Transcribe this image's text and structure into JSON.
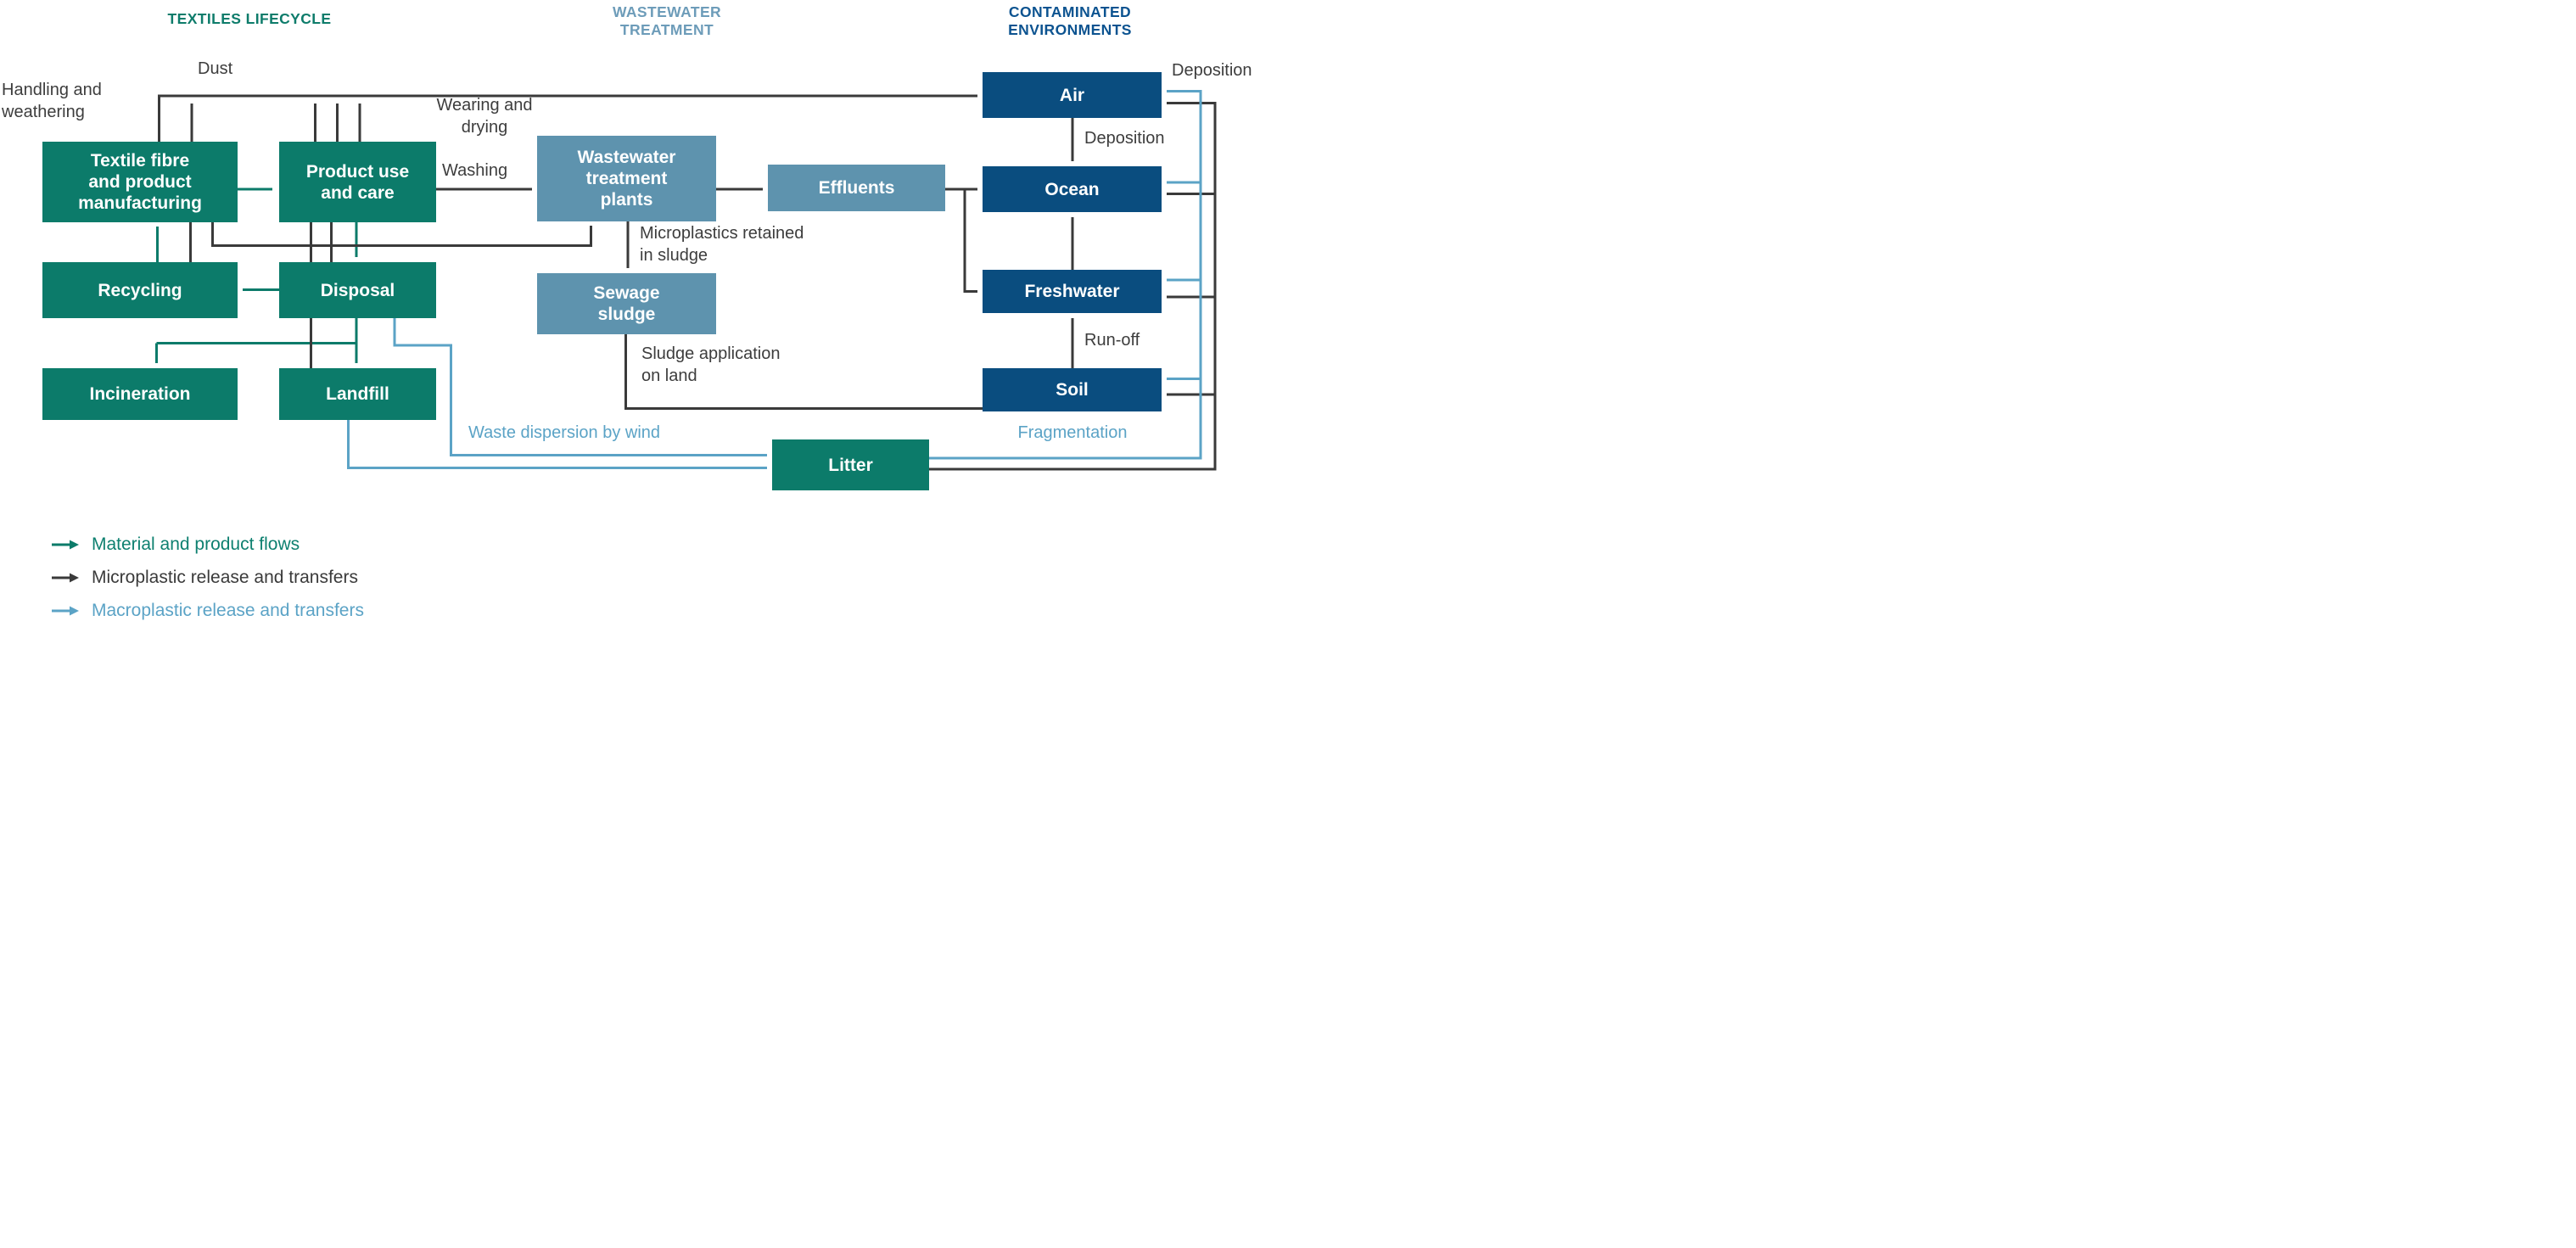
{
  "headers": {
    "lifecycle": "TEXTILES LIFECYCLE",
    "wastewater": "WASTEWATER\nTREATMENT",
    "contaminated": "CONTAMINATED\nENVIRONMENTS"
  },
  "boxes": {
    "manufacturing": "Textile fibre\nand product\nmanufacturing",
    "product_use": "Product use\nand care",
    "wwtp": "Wastewater\ntreatment\nplants",
    "effluents": "Effluents",
    "sewage_sludge": "Sewage\nsludge",
    "recycling": "Recycling",
    "disposal": "Disposal",
    "incineration": "Incineration",
    "landfill": "Landfill",
    "litter": "Litter",
    "air": "Air",
    "ocean": "Ocean",
    "freshwater": "Freshwater",
    "soil": "Soil"
  },
  "labels": {
    "dust": "Dust",
    "handling": "Handling and\nweathering",
    "wearing": "Wearing and\ndrying",
    "washing": "Washing",
    "microplastics_retained": "Microplastics retained\nin sludge",
    "sludge_application": "Sludge application\non land",
    "waste_dispersion": "Waste dispersion by wind",
    "fragmentation": "Fragmentation",
    "deposition_air": "Deposition",
    "deposition_ocean": "Deposition",
    "runoff": "Run-off"
  },
  "legend": {
    "items": [
      {
        "label": "Material and product flows",
        "color": "#0e8070"
      },
      {
        "label": "Microplastic release and transfers",
        "color": "#3a3a3a"
      },
      {
        "label": "Macroplastic release and transfers",
        "color": "#5ba3c6"
      }
    ]
  },
  "colors": {
    "lifecycle_green": "#0c7b6a",
    "wastewater_steel_blue": "#5e93ae",
    "environment_navy": "#0a4d7f",
    "macroplastic_blue": "#5ba3c6",
    "microplastic_black": "#3a3a3a",
    "header_green": "#0e7c6b",
    "header_steel": "#6d9cb9",
    "header_navy": "#0c5390",
    "background": "#ffffff"
  }
}
